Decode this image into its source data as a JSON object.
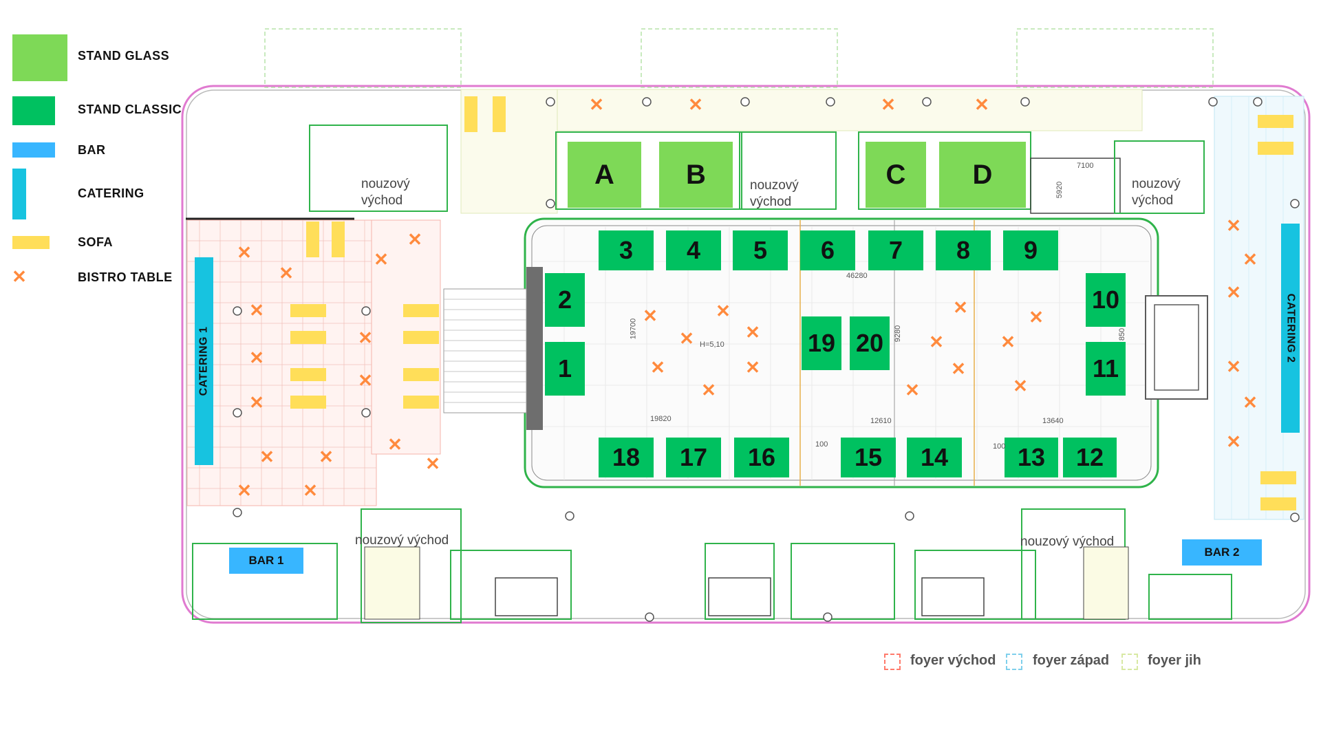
{
  "legend": {
    "stand_glass": "STAND  GLASS",
    "stand_classic": "STAND CLASSIC",
    "bar": "BAR",
    "catering": "CATERING",
    "sofa": "SOFA",
    "bistro_table": "BISTRO TABLE"
  },
  "colors": {
    "glass": "#7ed957",
    "classic": "#00c160",
    "bar": "#38b6ff",
    "catering": "#17c3e0",
    "sofa": "#ffde59",
    "bistro": "#ff8a3d"
  },
  "glass_stands": [
    "A",
    "B",
    "C",
    "D"
  ],
  "classic_stands": [
    "1",
    "2",
    "3",
    "4",
    "5",
    "6",
    "7",
    "8",
    "9",
    "10",
    "11",
    "12",
    "13",
    "14",
    "15",
    "16",
    "17",
    "18",
    "19",
    "20"
  ],
  "catering": {
    "left": "CATERING 1",
    "right": "CATERING 2"
  },
  "bars": {
    "left": "BAR 1",
    "right": "BAR 2"
  },
  "exits": {
    "top_left": "nouzový východ",
    "top_mid": "nouzový východ",
    "top_right": "nouzový východ",
    "bottom_left": "nouzový východ",
    "bottom_right": "nouzový východ"
  },
  "foyers": {
    "east": "foyer východ",
    "west": "foyer západ",
    "south": "foyer jih"
  },
  "foyer_colors": {
    "east": "#ff7a6b",
    "west": "#7fd0ec",
    "south": "#d8e9a4"
  },
  "dimensions": {
    "d46280": "46280",
    "d19700": "19700",
    "d19820": "19820",
    "d12610": "12610",
    "d13640": "13640",
    "d9280": "9280",
    "d7100": "7100",
    "d5920": "5920",
    "h510": "H=5,10",
    "d100a": "100",
    "d100b": "100",
    "d850": "850"
  }
}
